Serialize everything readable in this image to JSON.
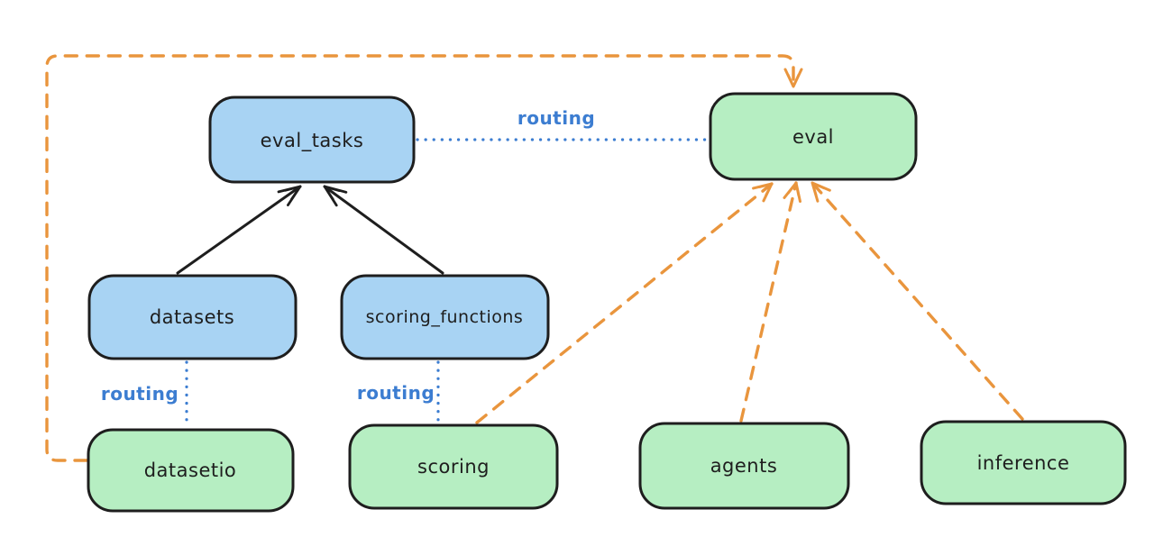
{
  "diagram": {
    "background_color": "#ffffff",
    "colors": {
      "resource_node_fill_blue": "#a8d3f3",
      "api_node_fill_green": "#b6eec2",
      "node_stroke": "#1e1e1e",
      "solid_arrow": "#1e1e1e",
      "routing_link_blue": "#3c7dd1",
      "provider_arrow_orange": "#e9953d"
    },
    "nodes": [
      {
        "id": "eval_tasks",
        "label": "eval_tasks",
        "fill": "blue"
      },
      {
        "id": "eval",
        "label": "eval",
        "fill": "green"
      },
      {
        "id": "datasets",
        "label": "datasets",
        "fill": "blue"
      },
      {
        "id": "scoring_functions",
        "label": "scoring_functions",
        "fill": "blue"
      },
      {
        "id": "datasetio",
        "label": "datasetio",
        "fill": "green"
      },
      {
        "id": "scoring",
        "label": "scoring",
        "fill": "green"
      },
      {
        "id": "agents",
        "label": "agents",
        "fill": "green"
      },
      {
        "id": "inference",
        "label": "inference",
        "fill": "green"
      }
    ],
    "edges": [
      {
        "from": "datasets",
        "to": "eval_tasks",
        "style": "solid-black-arrow"
      },
      {
        "from": "scoring_functions",
        "to": "eval_tasks",
        "style": "solid-black-arrow"
      },
      {
        "from": "eval_tasks",
        "to": "eval",
        "style": "dotted-blue",
        "label": "routing"
      },
      {
        "from": "datasets",
        "to": "datasetio",
        "style": "dotted-blue",
        "label": "routing"
      },
      {
        "from": "scoring_functions",
        "to": "scoring",
        "style": "dotted-blue",
        "label": "routing"
      },
      {
        "from": "datasetio",
        "to": "eval",
        "style": "dashed-orange-arrow"
      },
      {
        "from": "scoring",
        "to": "eval",
        "style": "dashed-orange-arrow"
      },
      {
        "from": "agents",
        "to": "eval",
        "style": "dashed-orange-arrow"
      },
      {
        "from": "inference",
        "to": "eval",
        "style": "dashed-orange-arrow"
      }
    ]
  }
}
